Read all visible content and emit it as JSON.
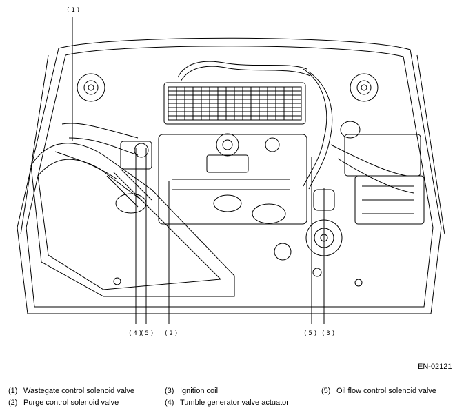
{
  "figure_id": "EN-02121",
  "callouts": {
    "c1": "(1)",
    "c2": "(2)",
    "c3": "(3)",
    "c4": "(4)",
    "c5a": "(5)",
    "c5b": "(5)"
  },
  "legend": [
    {
      "num": "(1)",
      "text": "Wastegate control solenoid valve"
    },
    {
      "num": "(2)",
      "text": "Purge control solenoid valve"
    },
    {
      "num": "(3)",
      "text": "Ignition coil"
    },
    {
      "num": "(4)",
      "text": "Tumble generator valve actuator"
    },
    {
      "num": "(5)",
      "text": "Oil flow control solenoid valve"
    }
  ]
}
